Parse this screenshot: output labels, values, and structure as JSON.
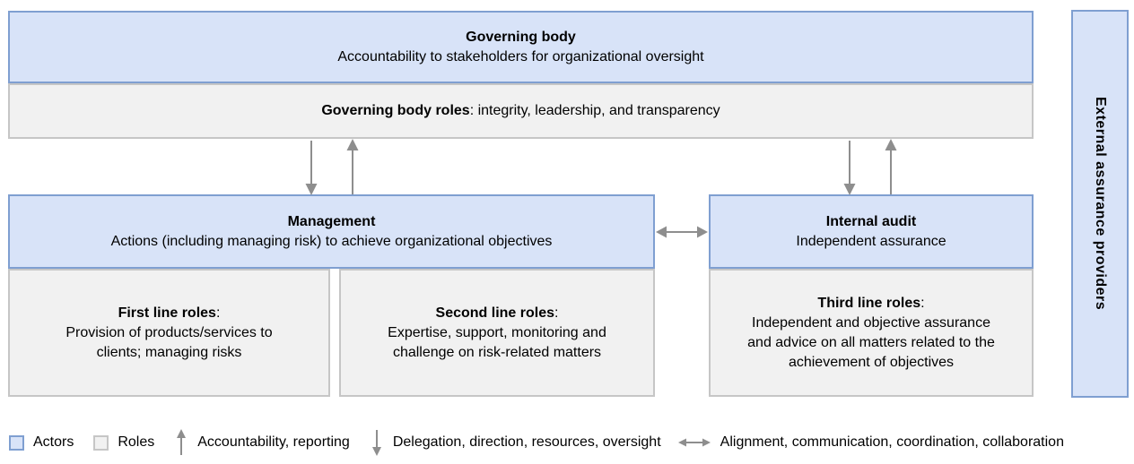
{
  "colors": {
    "actor_fill": "#d8e3f8",
    "actor_border": "#7f9fd1",
    "role_fill": "#f1f1f1",
    "role_border": "#c6c6c6",
    "arrow": "#8e8e8e"
  },
  "boxes": {
    "governing_body": {
      "title": "Governing body",
      "subtitle": "Accountability to stakeholders for organizational oversight"
    },
    "governing_roles": {
      "title": "Governing body roles",
      "text": ": integrity, leadership, and transparency"
    },
    "management": {
      "title": "Management",
      "subtitle": "Actions (including managing risk) to achieve organizational objectives"
    },
    "first_line": {
      "title": "First line roles",
      "suffix": ":",
      "body": "Provision of products/services to clients; managing risks"
    },
    "second_line": {
      "title": "Second line roles",
      "suffix": ":",
      "body": "Expertise, support, monitoring and challenge on risk-related matters"
    },
    "internal_audit": {
      "title": "Internal audit",
      "subtitle": "Independent assurance"
    },
    "third_line": {
      "title": "Third line roles",
      "suffix": ":",
      "body": "Independent and objective assurance and advice on all matters related to the achievement of objectives"
    },
    "external_assurance": {
      "title": "External assurance providers"
    }
  },
  "legend": {
    "actors": "Actors",
    "roles": "Roles",
    "up_arrow": "Accountability, reporting",
    "down_arrow": "Delegation, direction, resources, oversight",
    "double_arrow": "Alignment, communication, coordination, collaboration"
  }
}
